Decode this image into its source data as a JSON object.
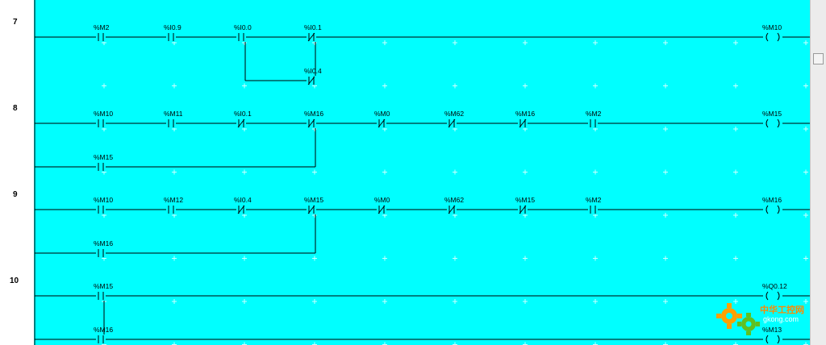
{
  "rungs": [
    {
      "number": "7",
      "contacts": [
        {
          "tag": "%M2",
          "type": "NO"
        },
        {
          "tag": "%I0.9",
          "type": "NO"
        },
        {
          "tag": "%I0.0",
          "type": "NO"
        },
        {
          "tag": "%I0.1",
          "type": "NC"
        }
      ],
      "branch": [
        {
          "tag": "%I0.4",
          "type": "NC"
        }
      ],
      "coil": "%M10"
    },
    {
      "number": "8",
      "contacts": [
        {
          "tag": "%M10",
          "type": "NO"
        },
        {
          "tag": "%M11",
          "type": "NO"
        },
        {
          "tag": "%I0.1",
          "type": "NC"
        },
        {
          "tag": "%M16",
          "type": "NC"
        },
        {
          "tag": "%M0",
          "type": "NC"
        },
        {
          "tag": "%M62",
          "type": "NC"
        },
        {
          "tag": "%M16",
          "type": "NC"
        },
        {
          "tag": "%M2",
          "type": "NO"
        }
      ],
      "branch": [
        {
          "tag": "%M15",
          "type": "NO"
        }
      ],
      "coil": "%M15"
    },
    {
      "number": "9",
      "contacts": [
        {
          "tag": "%M10",
          "type": "NO"
        },
        {
          "tag": "%M12",
          "type": "NO"
        },
        {
          "tag": "%I0.4",
          "type": "NC"
        },
        {
          "tag": "%M15",
          "type": "NC"
        },
        {
          "tag": "%M0",
          "type": "NC"
        },
        {
          "tag": "%M62",
          "type": "NC"
        },
        {
          "tag": "%M15",
          "type": "NC"
        },
        {
          "tag": "%M2",
          "type": "NO"
        }
      ],
      "branch": [
        {
          "tag": "%M16",
          "type": "NO"
        }
      ],
      "coil": "%M16"
    },
    {
      "number": "10",
      "contacts": [
        {
          "tag": "%M15",
          "type": "NO"
        }
      ],
      "branch": [
        {
          "tag": "%M16",
          "type": "NO"
        }
      ],
      "coil": "%Q0.12",
      "coil2": "%M13"
    }
  ],
  "watermark": {
    "cn": "中华工控网",
    "en": "gkong.com"
  },
  "colors": {
    "canvas": "#00ffff",
    "wire": "#000000",
    "grid": "#c8ffff"
  }
}
